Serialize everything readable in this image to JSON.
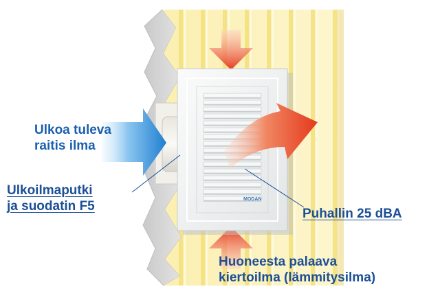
{
  "labels": {
    "fresh_air": [
      "Ulkoa tuleva",
      "raitis ilma"
    ],
    "duct_filter": [
      "Ulkoilmaputki",
      "ja suodatin F5"
    ],
    "fan": "Puhallin 25 dBA",
    "return_air": [
      "Huoneesta palaava",
      "kiertoilma (lämmitysilma)"
    ]
  },
  "brand": "MODAN",
  "colors": {
    "wall_yellow": "#fbf1b0",
    "wall_stripe": "#f2e07a",
    "insulation_grey": "#d9d9d9",
    "unit_white": "#f4f5f5",
    "fresh_air_arrow": "#2f8fd8",
    "warm_air_arrow": "#e53b1e",
    "text_blue": "#1b4f96"
  },
  "icons": {
    "fresh_air": "arrow-right-icon",
    "outlet_air": "arrow-up-right-icon",
    "top_air": "arrow-down-icon",
    "bottom_air": "arrow-up-icon"
  }
}
